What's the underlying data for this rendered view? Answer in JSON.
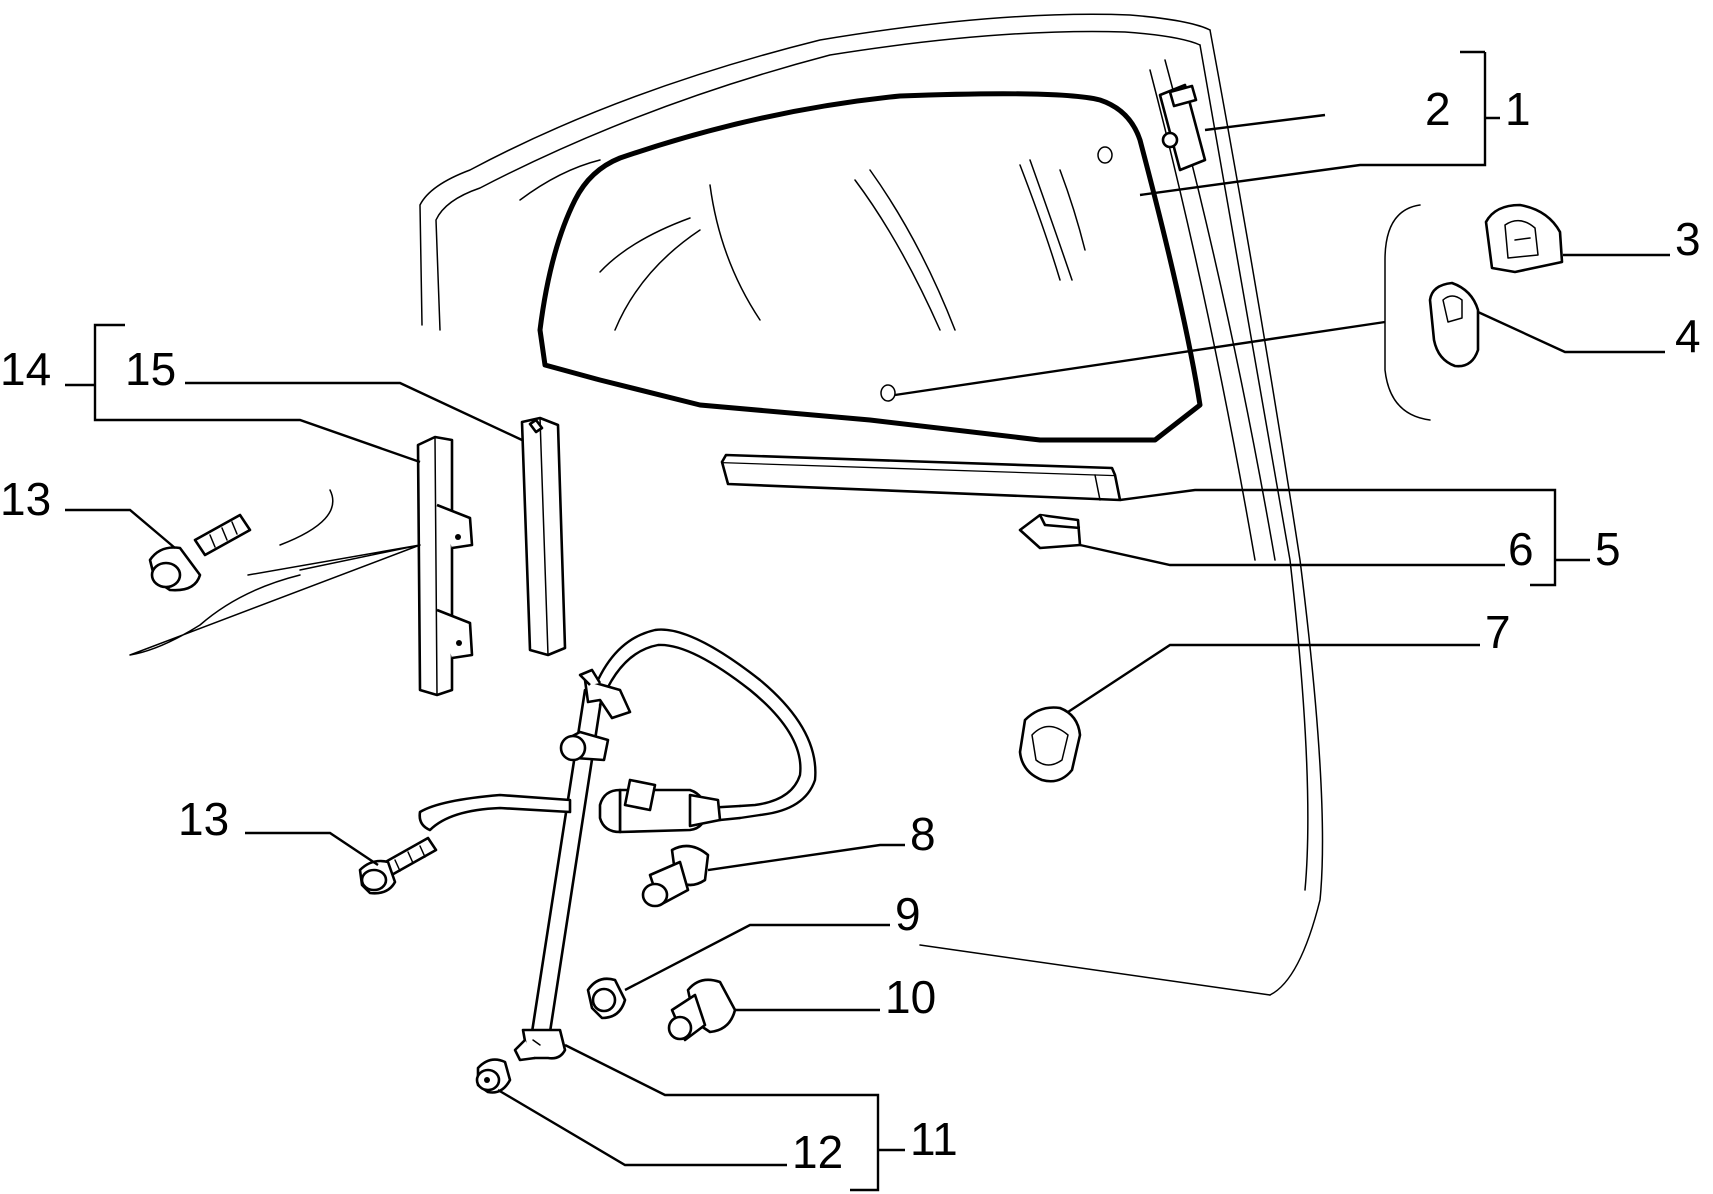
{
  "callouts": [
    {
      "id": "1",
      "text": "1"
    },
    {
      "id": "2",
      "text": "2"
    },
    {
      "id": "3",
      "text": "3"
    },
    {
      "id": "4",
      "text": "4"
    },
    {
      "id": "5",
      "text": "5"
    },
    {
      "id": "6",
      "text": "6"
    },
    {
      "id": "7",
      "text": "7"
    },
    {
      "id": "8",
      "text": "8"
    },
    {
      "id": "9",
      "text": "9"
    },
    {
      "id": "10",
      "text": "10"
    },
    {
      "id": "11",
      "text": "11"
    },
    {
      "id": "12",
      "text": "12"
    },
    {
      "id": "13a",
      "text": "13"
    },
    {
      "id": "13b",
      "text": "13"
    },
    {
      "id": "14",
      "text": "14"
    },
    {
      "id": "15",
      "text": "15"
    }
  ]
}
